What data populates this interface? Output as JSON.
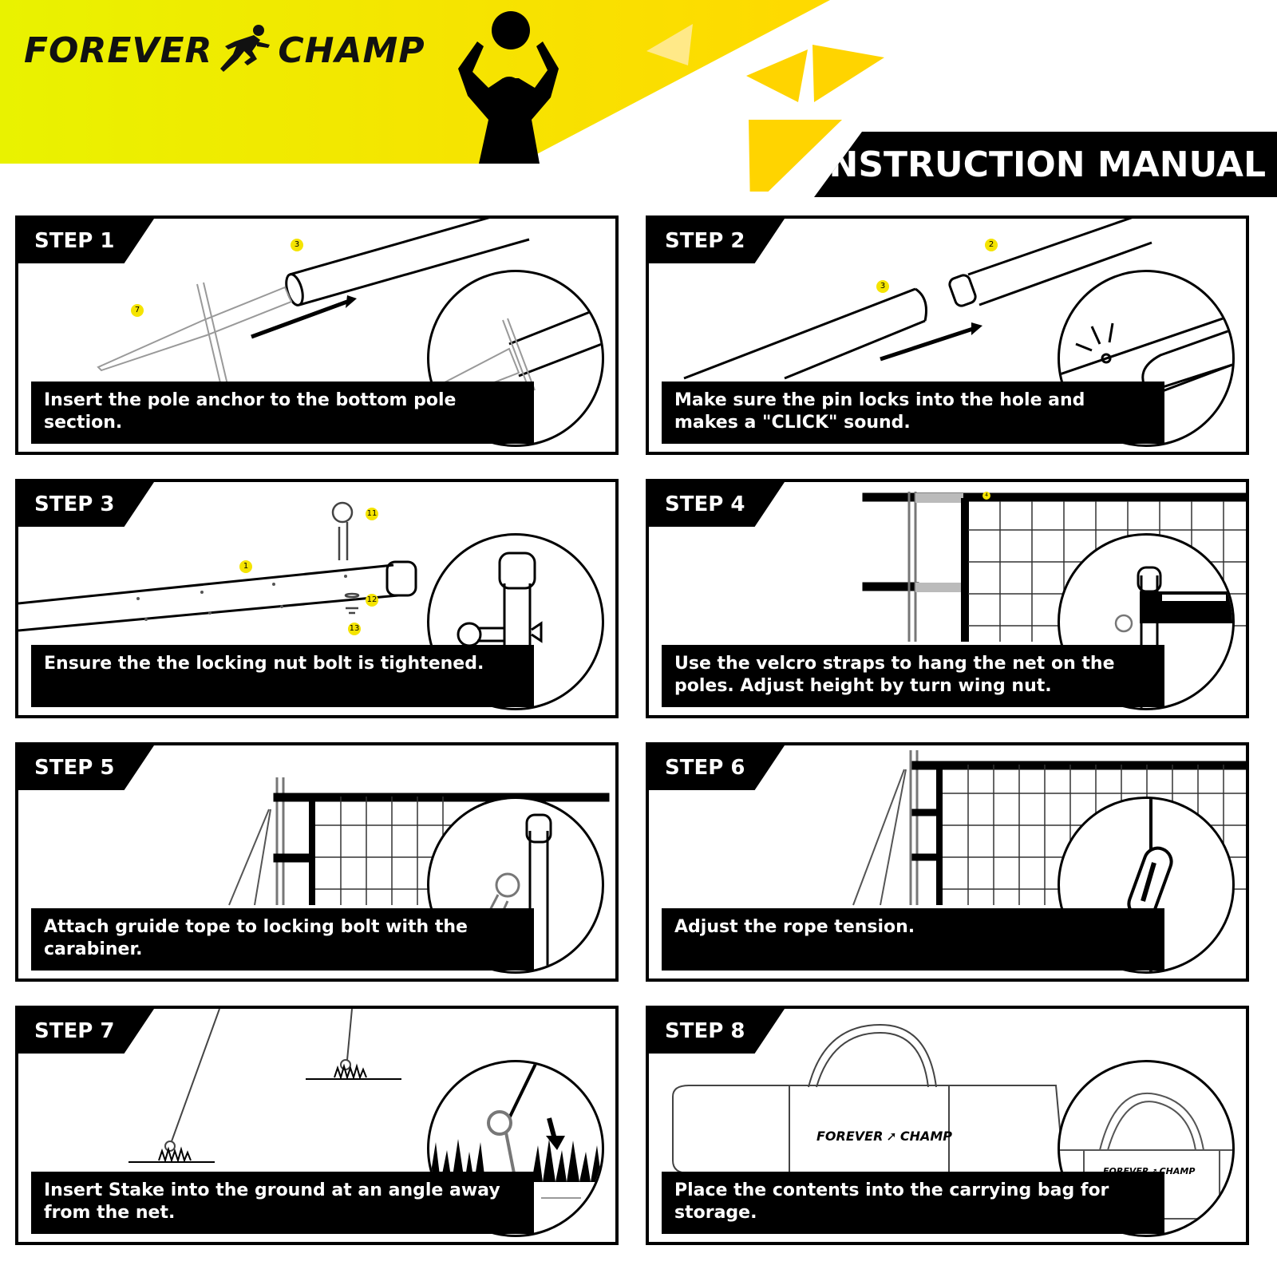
{
  "brand": {
    "name_left": "FOREVER",
    "name_right": "CHAMP",
    "accent_color": "#f5e400",
    "logo_icon": "runner-icon"
  },
  "header": {
    "title": "INSTRUCTION MANUAL"
  },
  "steps": [
    {
      "label": "STEP 1",
      "caption": "Insert the pole anchor to the bottom pole section.",
      "callouts": [
        "3",
        "7"
      ]
    },
    {
      "label": "STEP 2",
      "caption": "Make sure the pin locks into the hole and makes a \"CLICK\" sound.",
      "callouts": [
        "2",
        "3"
      ]
    },
    {
      "label": "STEP 3",
      "caption": "Ensure the the locking nut bolt is tightened.",
      "callouts": [
        "11",
        "1",
        "12",
        "13"
      ]
    },
    {
      "label": "STEP 4",
      "caption": "Use the velcro straps to hang the net on the poles. Adjust height by turn wing nut.",
      "callouts": [
        "4"
      ]
    },
    {
      "label": "STEP 5",
      "caption": "Attach gruide tope to locking bolt with the carabiner.",
      "callouts": []
    },
    {
      "label": "STEP 6",
      "caption": "Adjust the rope tension.",
      "callouts": []
    },
    {
      "label": "STEP 7",
      "caption": "Insert Stake into the ground at an angle away from the net.",
      "callouts": []
    },
    {
      "label": "STEP 8",
      "caption": "Place the contents into the carrying bag for storage.",
      "callouts": []
    }
  ],
  "bag_logo": {
    "left": "FOREVER",
    "right": "CHAMP"
  }
}
